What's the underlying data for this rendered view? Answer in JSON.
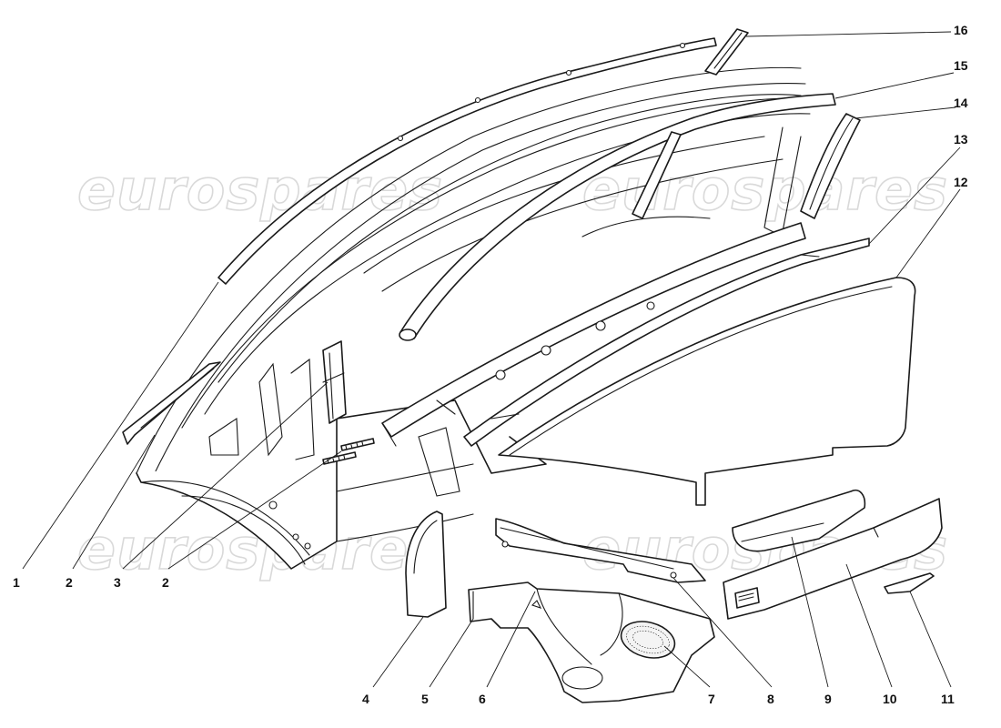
{
  "watermark": {
    "text": "eurospares"
  },
  "callouts": [
    {
      "id": "c1",
      "label": "1"
    },
    {
      "id": "c2a",
      "label": "2"
    },
    {
      "id": "c3",
      "label": "3"
    },
    {
      "id": "c2b",
      "label": "2"
    },
    {
      "id": "c4",
      "label": "4"
    },
    {
      "id": "c5",
      "label": "5"
    },
    {
      "id": "c6",
      "label": "6"
    },
    {
      "id": "c7",
      "label": "7"
    },
    {
      "id": "c8",
      "label": "8"
    },
    {
      "id": "c9",
      "label": "9"
    },
    {
      "id": "c10",
      "label": "10"
    },
    {
      "id": "c11",
      "label": "11"
    },
    {
      "id": "c12",
      "label": "12"
    },
    {
      "id": "c13",
      "label": "13"
    },
    {
      "id": "c14",
      "label": "14"
    },
    {
      "id": "c15",
      "label": "15"
    },
    {
      "id": "c16",
      "label": "16"
    }
  ]
}
